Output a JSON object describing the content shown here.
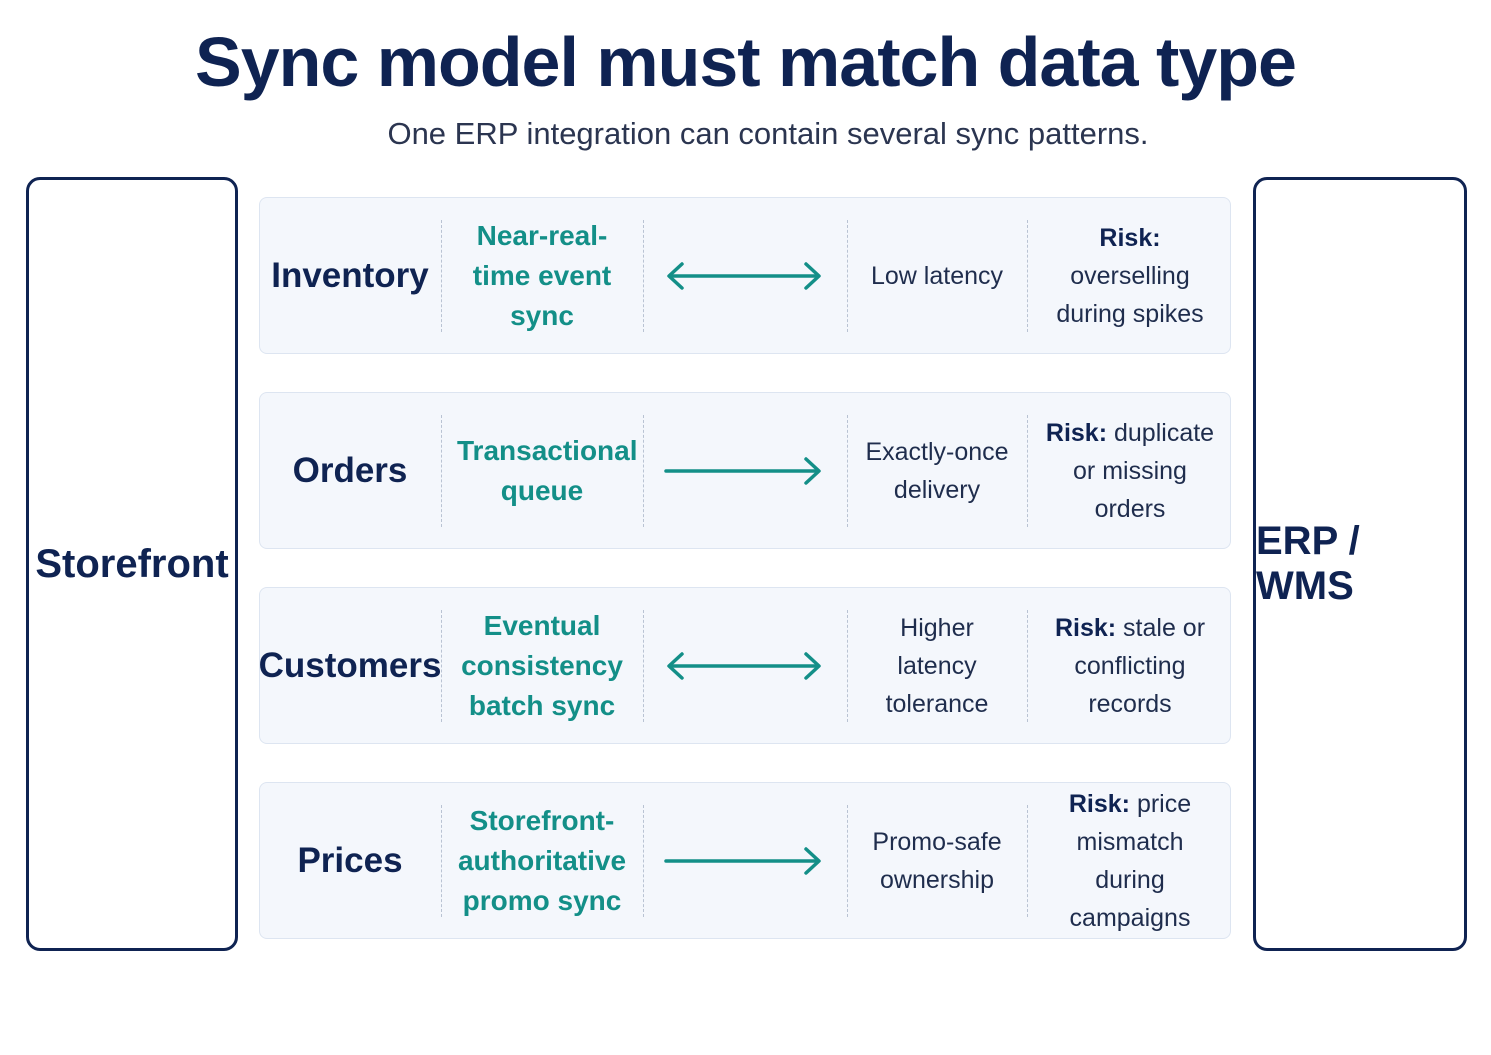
{
  "title": "Sync model must match data type",
  "subtitle": "One ERP integration can contain several sync patterns.",
  "left_endpoint": "Storefront",
  "right_endpoint": "ERP / WMS",
  "colors": {
    "navy": "#0f2352",
    "teal": "#138f88",
    "row_bg": "#f4f7fc"
  },
  "rows": [
    {
      "type": "Inventory",
      "model": "Near-real-time event sync",
      "direction": "bidirectional",
      "property": "Low latency",
      "risk_label": "Risk:",
      "risk_text": "overselling during spikes"
    },
    {
      "type": "Orders",
      "model": "Transactional queue",
      "direction": "one-way",
      "property": "Exactly-once delivery",
      "risk_label": "Risk:",
      "risk_text": "duplicate or missing orders"
    },
    {
      "type": "Customers",
      "model": "Eventual consistency batch sync",
      "direction": "bidirectional",
      "property": "Higher latency tolerance",
      "risk_label": "Risk:",
      "risk_text": "stale or conflicting records"
    },
    {
      "type": "Prices",
      "model": "Storefront-authoritative promo sync",
      "direction": "one-way",
      "property": "Promo-safe ownership",
      "risk_label": "Risk:",
      "risk_text": "price mismatch during campaigns"
    }
  ]
}
